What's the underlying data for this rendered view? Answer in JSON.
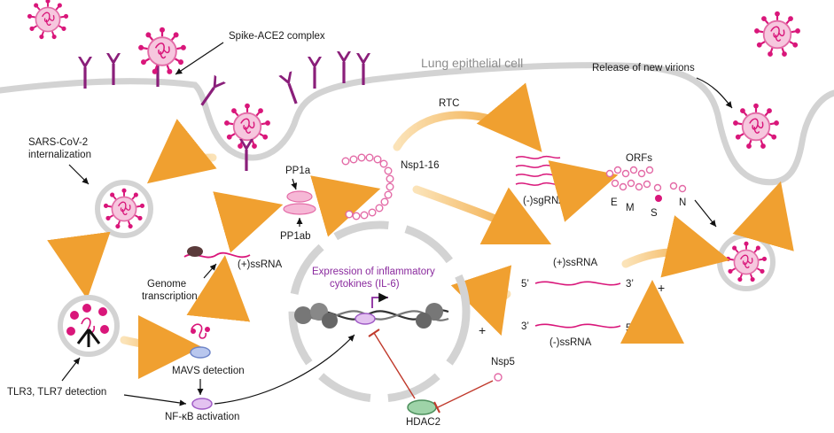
{
  "labels": {
    "spike_ace2": "Spike-ACE2 complex",
    "cell": "Lung epithelial cell",
    "release": "Release of new virions",
    "internalization_1": "SARS-CoV-2",
    "internalization_2": "internalization",
    "rtc": "RTC",
    "nsp": "Nsp1-16",
    "pp1a": "PP1a",
    "pp1ab": "PP1ab",
    "ssrna_plus": "(+)ssRNA",
    "genome_1": "Genome",
    "genome_2": "transcription",
    "sgrna": "(-)sgRNA",
    "orfs": "ORFs",
    "orf_e": "E",
    "orf_m": "M",
    "orf_s": "S",
    "orf_n": "N",
    "expression_1": "Expression of inflammatory",
    "expression_2": "cytokines (IL-6)",
    "rep_plus": "(+)ssRNA",
    "rep_minus": "(-)ssRNA",
    "five_prime_a": "5’",
    "three_prime_a": "3’",
    "three_prime_b": "3’",
    "five_prime_b": "5’",
    "plus_left": "+",
    "plus_right": "+",
    "mavs": "MAVS detection",
    "tlr": "TLR3, TLR7 detection",
    "nfkb": "NF-κB activation",
    "nsp5": "Nsp5",
    "hdac2": "HDAC2"
  },
  "colors": {
    "virus": "#d9167a",
    "virus_halo": "#f6c7de",
    "receptor": "#8a1f7a",
    "membrane": "#d3d3d3",
    "flow_arrow": "#f0a030",
    "inhibition": "#c0392b",
    "hdac2": "#6bb07a",
    "mavs": "#8fa3d8",
    "nfkb": "#c07ad8",
    "pp1": "#f2a6c9"
  }
}
